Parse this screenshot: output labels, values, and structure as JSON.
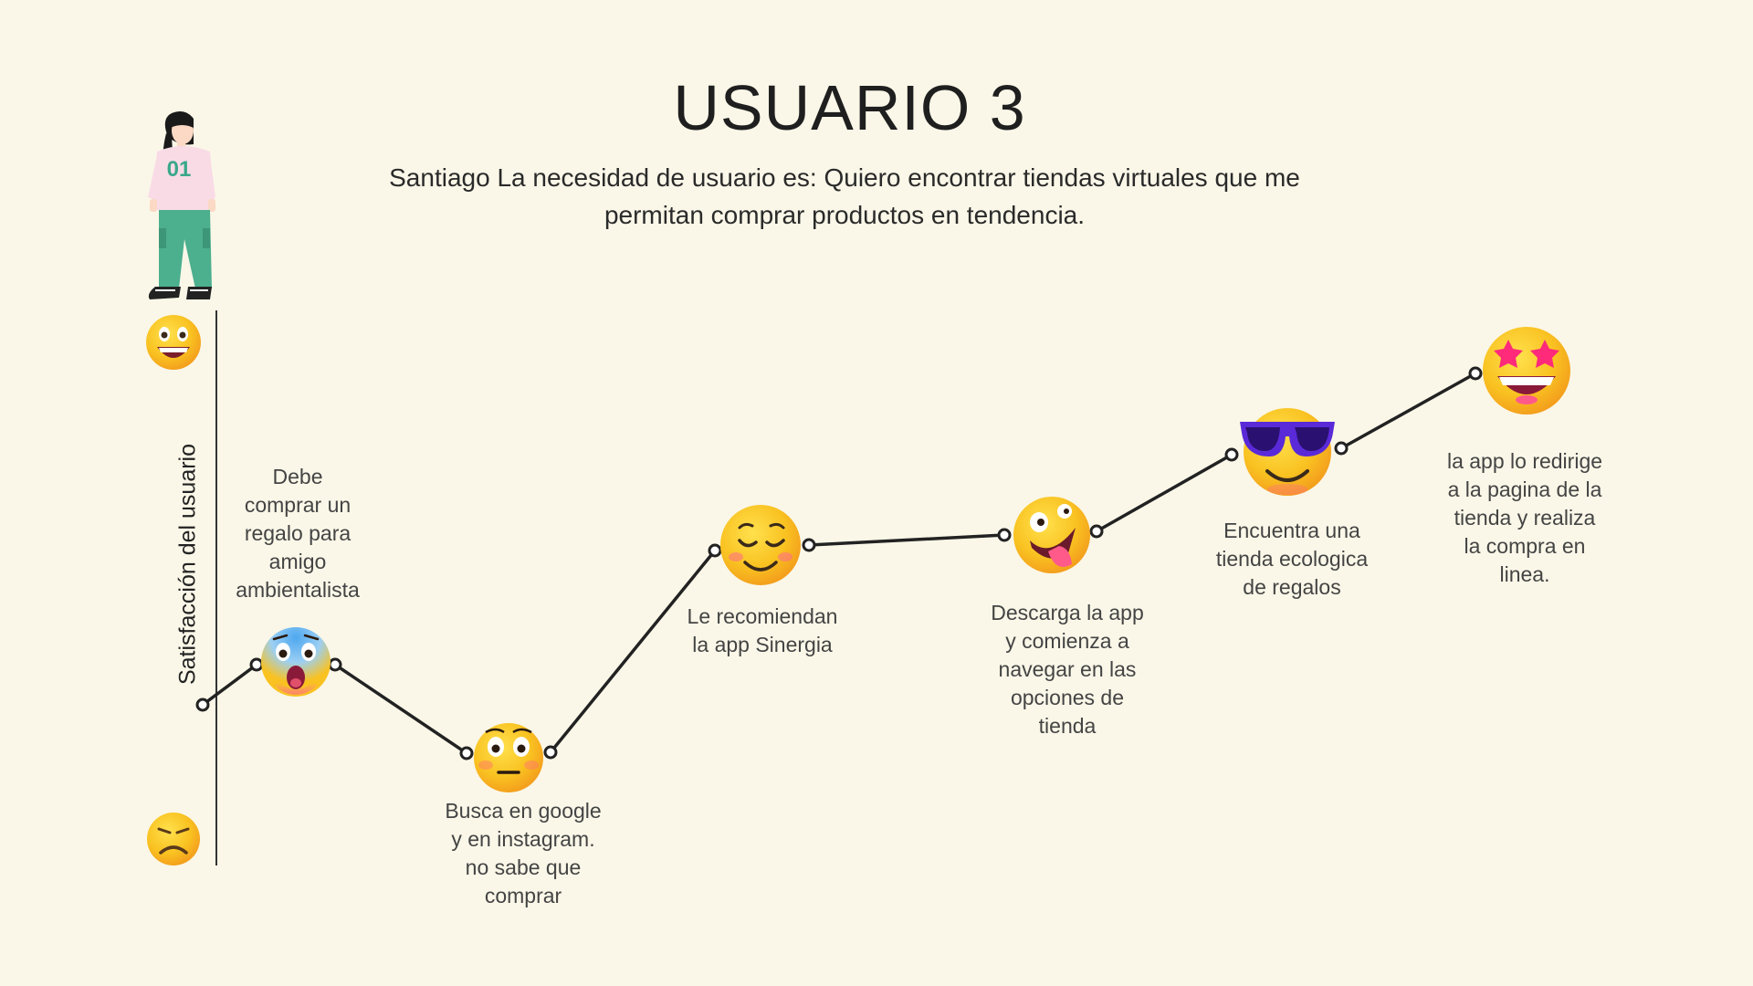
{
  "title": "USUARIO 3",
  "subtitle_line1": "Santiago La necesidad de usuario es: Quiero encontrar tiendas virtuales que me",
  "subtitle_line2": "permitan comprar productos en tendencia.",
  "axis": {
    "label": "Satisfacción del usuario",
    "top_emoji": "grinning-face",
    "bottom_emoji": "frowning-face"
  },
  "persona": {
    "shirt_text": "01"
  },
  "colors": {
    "background": "#faf7e8",
    "line": "#222222",
    "emoji_yellow": "#f9c221",
    "shirt": "#f9dbe6",
    "pants": "#4caf8e"
  },
  "steps": [
    {
      "emoji": "anxious-face-with-sweat",
      "text": [
        "Debe",
        "comprar un",
        "regalo para",
        "amigo",
        "ambientalista"
      ]
    },
    {
      "emoji": "flushed-face",
      "text": [
        "Busca en google",
        "y en instagram.",
        "no sabe que",
        "comprar"
      ]
    },
    {
      "emoji": "relieved-face",
      "text": [
        "Le recomiendan",
        "la app Sinergia"
      ]
    },
    {
      "emoji": "zany-face",
      "text": [
        "Descarga la app",
        "y comienza a",
        "navegar en las",
        "opciones de",
        "tienda"
      ]
    },
    {
      "emoji": "smiling-face-with-sunglasses",
      "text": [
        "Encuentra una",
        "tienda ecologica",
        "de regalos"
      ]
    }
  ],
  "final_step": {
    "emoji": "star-struck-face",
    "text": [
      "la app lo redirige",
      "a la pagina de la",
      "tienda y realiza",
      "la compra en",
      "linea."
    ]
  }
}
